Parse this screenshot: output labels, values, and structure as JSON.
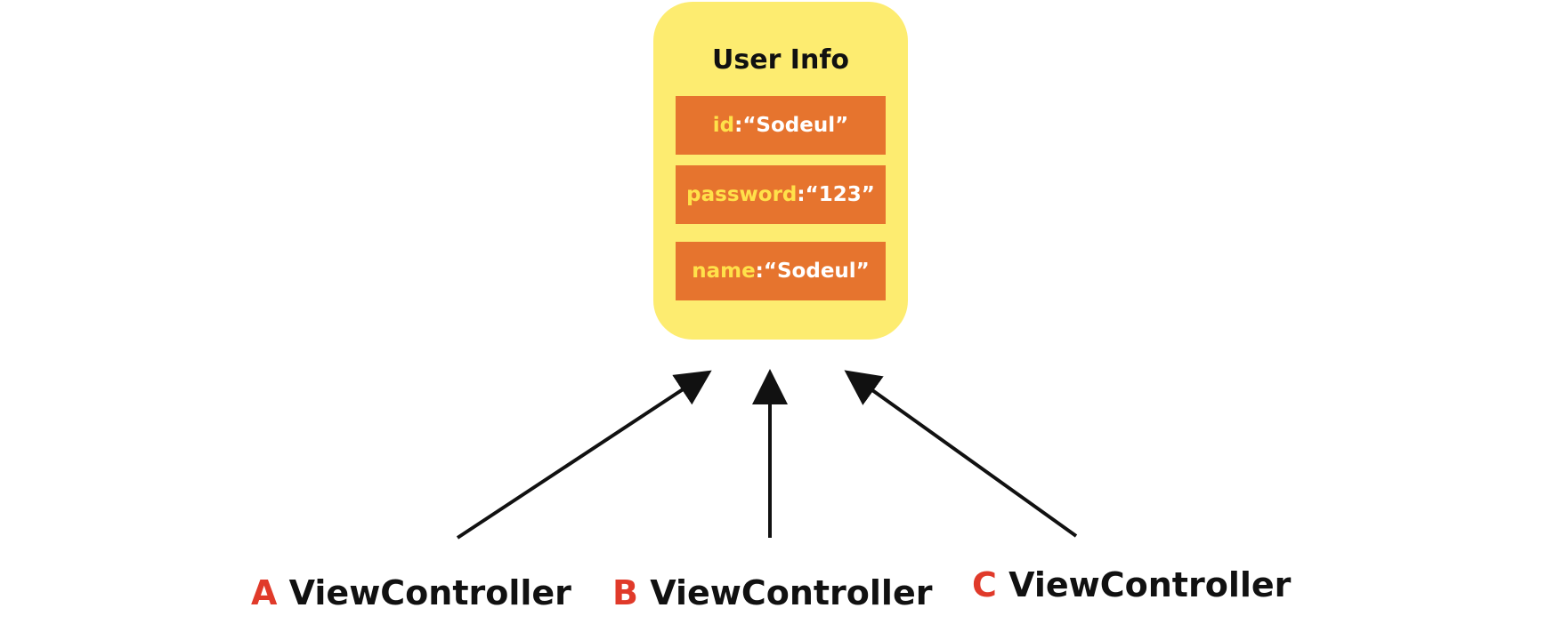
{
  "user_info": {
    "title": "User Info",
    "fields": [
      {
        "key": "id",
        "separator": " : ",
        "value": "“Sodeul”"
      },
      {
        "key": "password",
        "separator": " : ",
        "value": "“123”"
      },
      {
        "key": "name",
        "separator": " : ",
        "value": "“Sodeul”"
      }
    ]
  },
  "controllers": [
    {
      "letter": "A",
      "label": " ViewController"
    },
    {
      "letter": "B",
      "label": " ViewController"
    },
    {
      "letter": "C",
      "label": " ViewController"
    }
  ],
  "colors": {
    "card_background": "#fdec70",
    "field_background": "#e6742e",
    "field_key": "#ffe14a",
    "field_value": "#ffffff",
    "controller_letter": "#e03a2a",
    "text": "#111111",
    "arrow": "#111111"
  }
}
